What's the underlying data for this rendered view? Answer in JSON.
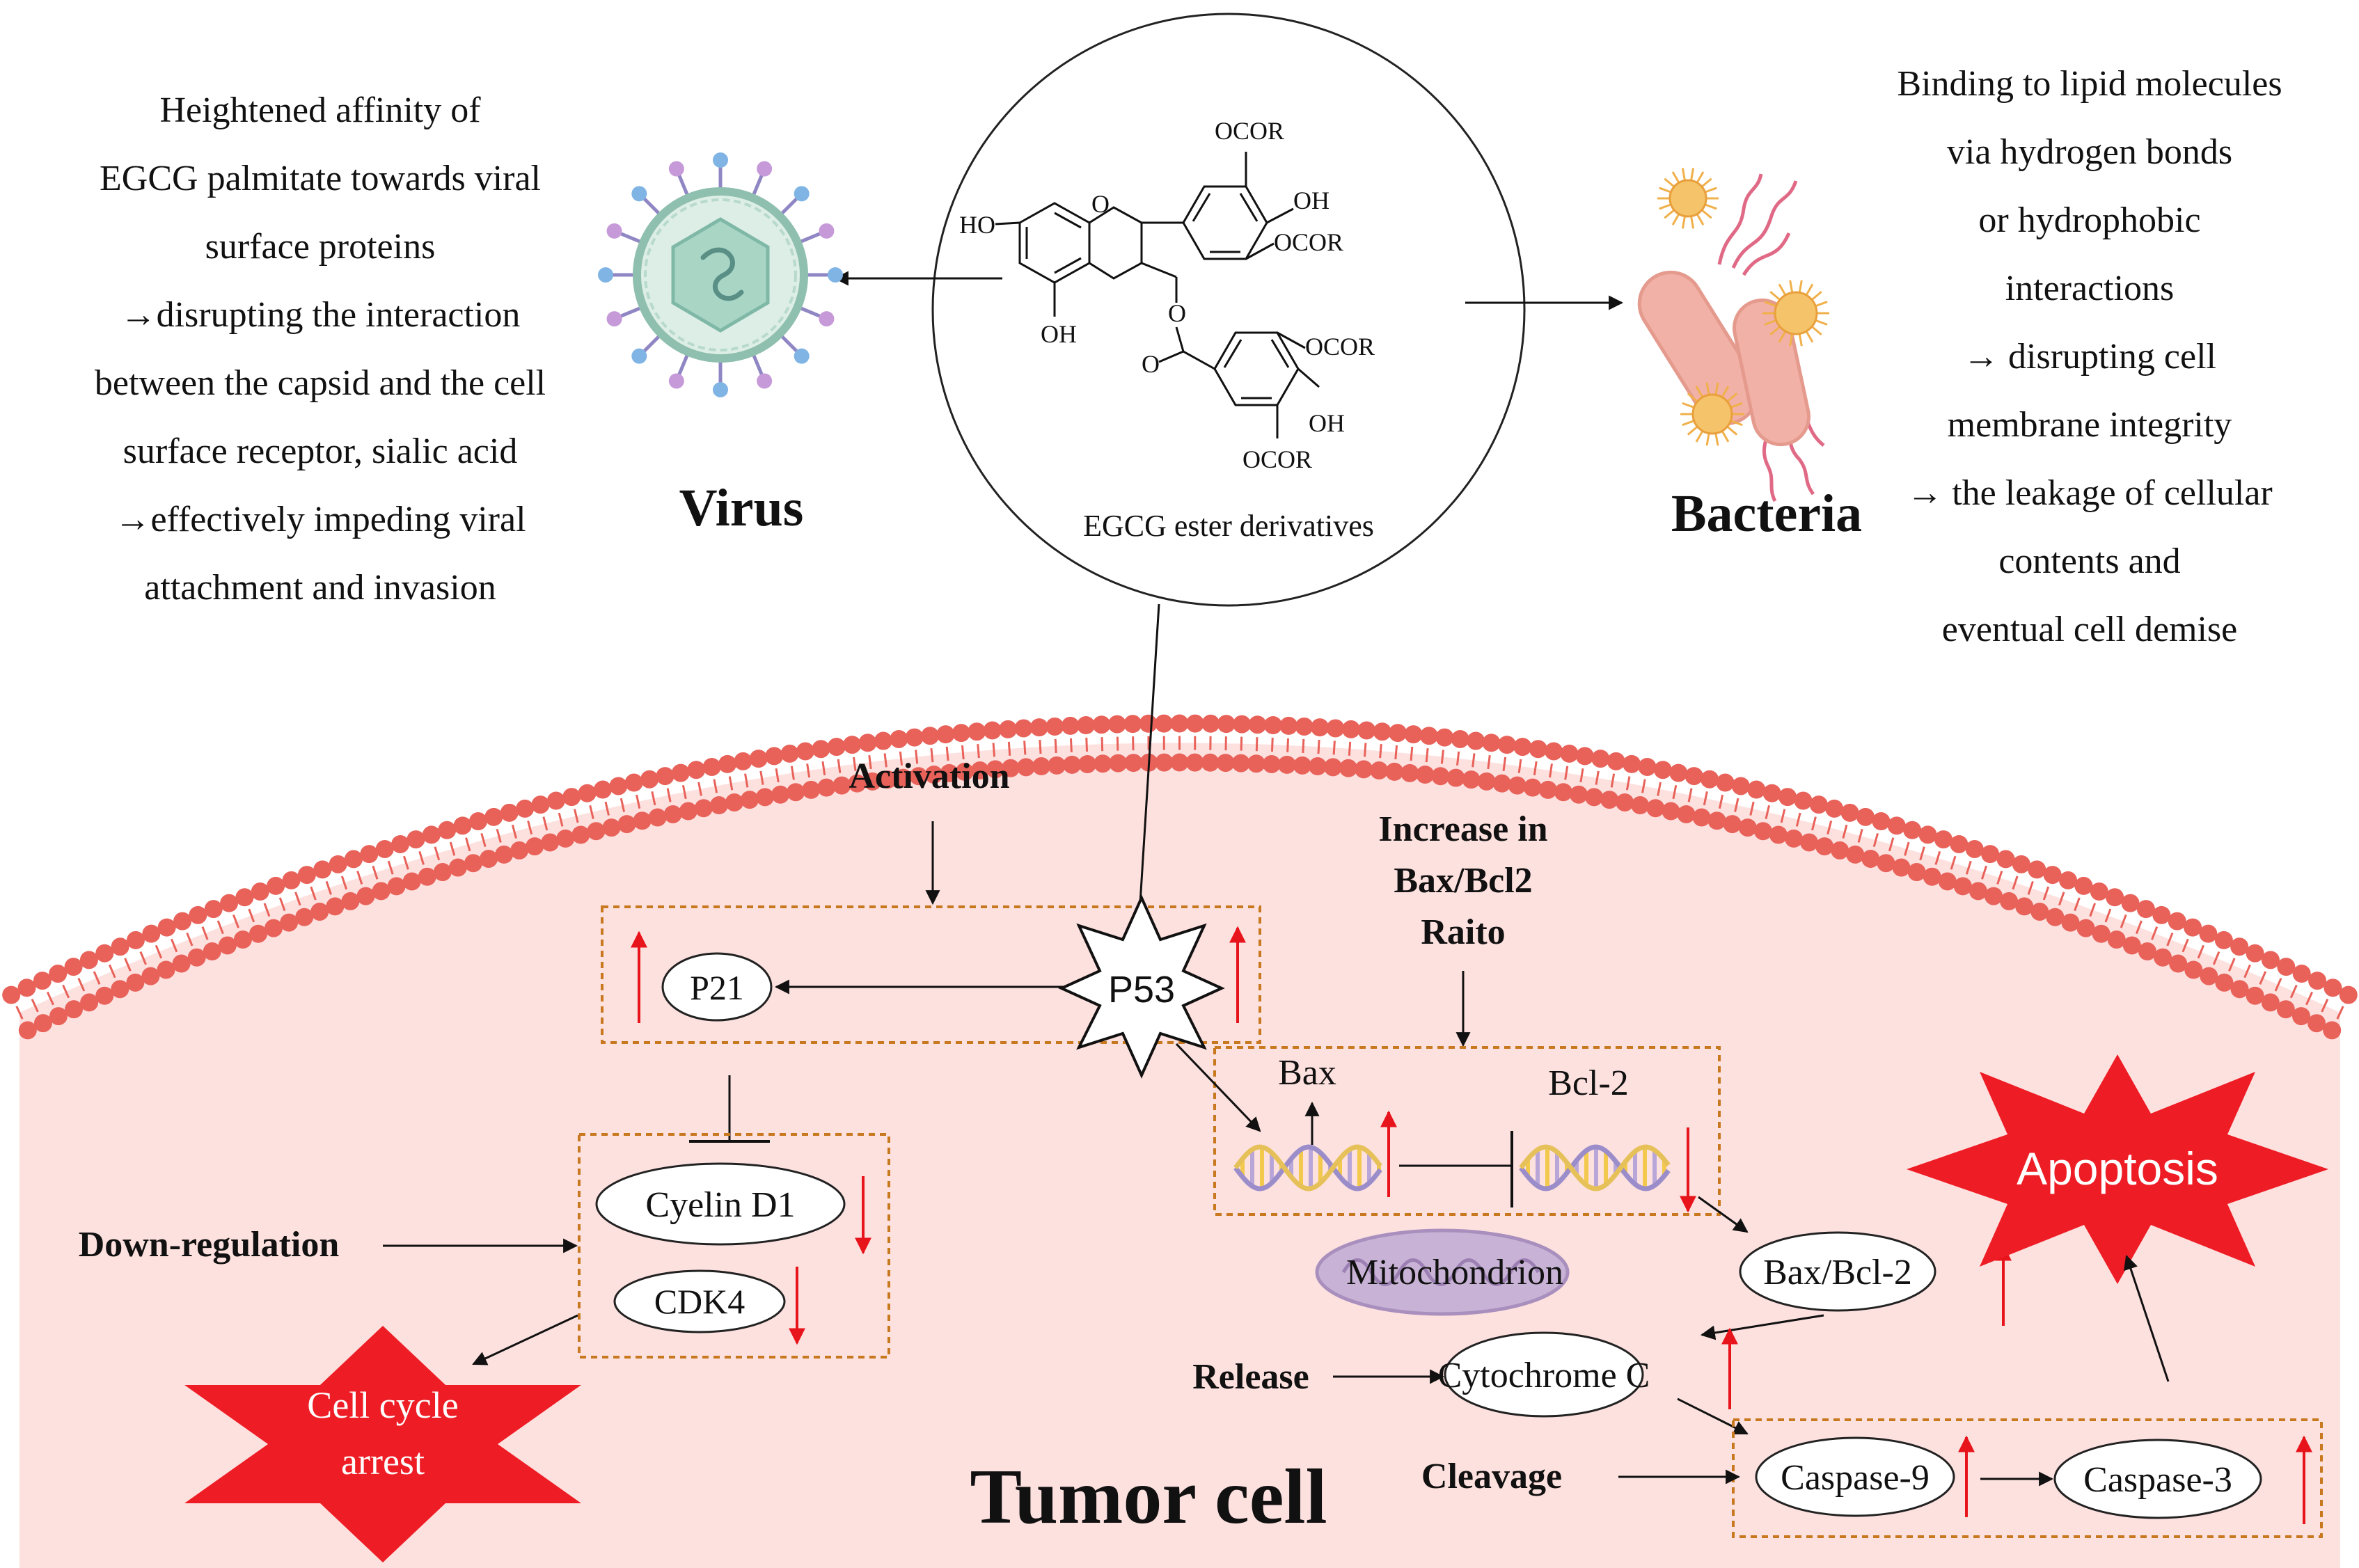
{
  "compound": {
    "name": "EGCG ester derivatives",
    "groups": {
      "ho_left": "HO",
      "o_ring": "O",
      "oh_lower": "OH",
      "o_ester": "O",
      "o_carbonyl": "O",
      "b_ocor_top": "OCOR",
      "b_oh": "OH",
      "b_ocor_low": "OCOR",
      "g_ocor_top": "OCOR",
      "g_oh": "OH",
      "g_ocor_low": "OCOR"
    }
  },
  "virus": {
    "title": "Virus",
    "text": [
      "Heightened affinity of",
      "EGCG palmitate  towards viral",
      "surface proteins",
      "→disrupting the interaction",
      "between the capsid and the cell",
      "surface receptor, sialic acid",
      "→effectively impeding viral",
      "attachment and invasion"
    ]
  },
  "bacteria": {
    "title": "Bacteria",
    "text": [
      "Binding to lipid molecules",
      "via hydrogen bonds",
      "or hydrophobic",
      "interactions",
      "→ disrupting cell",
      "membrane integrity",
      "→ the leakage of cellular",
      "contents and",
      "eventual cell demise"
    ]
  },
  "tumor": {
    "title": "Tumor cell",
    "activation": "Activation",
    "ratio_label": [
      "Increase in",
      "Bax/Bcl2",
      "Raito"
    ],
    "p53": "P53",
    "p21": "P21",
    "bax": "Bax",
    "bcl2": "Bcl-2",
    "cyclin": "Cyelin D1",
    "cdk4": "CDK4",
    "down_regulation": "Down-regulation",
    "cell_cycle_arrest": [
      "Cell cycle",
      "arrest"
    ],
    "mitochondrion": "Mitochondrion",
    "bax_bcl2": "Bax/Bcl-2",
    "apoptosis": "Apoptosis",
    "release": "Release",
    "cytochrome": "Cytochrome C",
    "cleavage": "Cleavage",
    "caspase9": "Caspase-9",
    "caspase3": "Caspase-3"
  },
  "colors": {
    "cell_fill": "#fde1df",
    "membrane": "#e8625a",
    "box_border": "#c8781e",
    "up_arrow": "#e8141c",
    "star_fill": "#ee1c25",
    "mito_fill": "#c8b3d6"
  }
}
